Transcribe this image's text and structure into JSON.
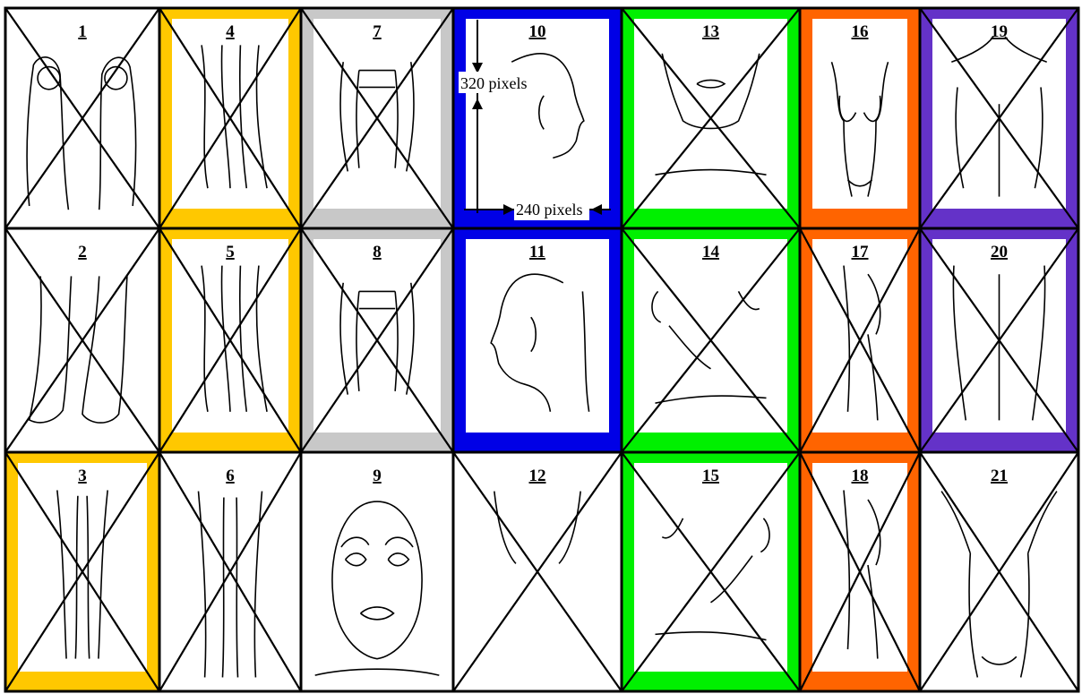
{
  "colors": {
    "yellow": "#FFC800",
    "gray": "#C8C8C8",
    "blue": "#0000E6",
    "green": "#00F000",
    "orange": "#FF6400",
    "purple": "#6432C8",
    "none": "#FFFFFF",
    "line": "#000000"
  },
  "annotations": {
    "height_label": "320 pixels",
    "width_label": "240 pixels"
  },
  "cells": [
    {
      "number": "1",
      "border": "none",
      "crossed": true,
      "drawing": "feet-soles"
    },
    {
      "number": "2",
      "border": "none",
      "crossed": true,
      "drawing": "feet-top"
    },
    {
      "number": "3",
      "border": "yellow",
      "crossed": true,
      "drawing": "legs-front"
    },
    {
      "number": "4",
      "border": "yellow",
      "crossed": true,
      "drawing": "legs-side"
    },
    {
      "number": "5",
      "border": "yellow",
      "crossed": true,
      "drawing": "legs-side"
    },
    {
      "number": "6",
      "border": "none",
      "crossed": true,
      "drawing": "legs-back"
    },
    {
      "number": "7",
      "border": "gray",
      "crossed": true,
      "drawing": "arms-hands"
    },
    {
      "number": "8",
      "border": "gray",
      "crossed": true,
      "drawing": "arms-hands"
    },
    {
      "number": "9",
      "border": "none",
      "crossed": false,
      "drawing": "face-front"
    },
    {
      "number": "10",
      "border": "blue",
      "crossed": false,
      "drawing": "face-profile-right"
    },
    {
      "number": "11",
      "border": "blue",
      "crossed": false,
      "drawing": "face-profile-left"
    },
    {
      "number": "12",
      "border": "none",
      "crossed": true,
      "drawing": "neck-back"
    },
    {
      "number": "13",
      "border": "green",
      "crossed": true,
      "drawing": "neck-front"
    },
    {
      "number": "14",
      "border": "green",
      "crossed": true,
      "drawing": "neck-side-left"
    },
    {
      "number": "15",
      "border": "green",
      "crossed": true,
      "drawing": "neck-side-right"
    },
    {
      "number": "16",
      "border": "orange",
      "crossed": false,
      "drawing": "torso-front"
    },
    {
      "number": "17",
      "border": "orange",
      "crossed": true,
      "drawing": "torso-side"
    },
    {
      "number": "18",
      "border": "orange",
      "crossed": true,
      "drawing": "torso-side"
    },
    {
      "number": "19",
      "border": "purple",
      "crossed": true,
      "drawing": "back-upper"
    },
    {
      "number": "20",
      "border": "purple",
      "crossed": true,
      "drawing": "back-lower"
    },
    {
      "number": "21",
      "border": "none",
      "crossed": true,
      "drawing": "torso-under"
    }
  ]
}
